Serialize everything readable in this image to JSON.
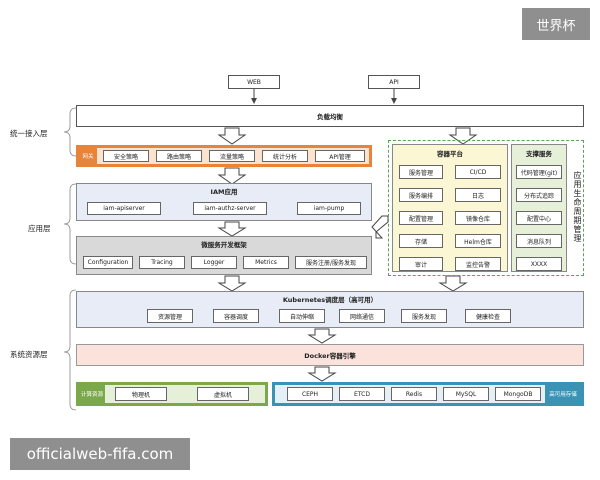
{
  "watermark_top": "世界杯",
  "watermark_bottom": "officialweb-fifa.com",
  "top": {
    "web": "WEB",
    "api": "API"
  },
  "lb": "负载均衡",
  "layers": {
    "unified": "统一接入层",
    "app": "应用层",
    "system": "系统资源层"
  },
  "gateway": {
    "label": "网关",
    "items": [
      "安全策略",
      "路由策略",
      "流量策略",
      "统计分析",
      "API管理"
    ]
  },
  "iam": {
    "title": "IAM应用",
    "items": [
      "iam-apiserver",
      "iam-authz-server",
      "iam-pump"
    ]
  },
  "micro": {
    "title": "微服务开发框架",
    "items": [
      "Configuration",
      "Tracing",
      "Logger",
      "Metrics",
      "服务注册/服务发现"
    ]
  },
  "container_platform": {
    "title": "容器平台",
    "col1": [
      "服务管理",
      "服务编排",
      "配置管理",
      "存储",
      "审计"
    ],
    "col2": [
      "CI/CD",
      "日志",
      "镜像仓库",
      "Helm仓库",
      "监控告警"
    ]
  },
  "support": {
    "title": "支撑服务",
    "items": [
      "代码管理(git)",
      "分布式追踪",
      "配置中心",
      "消息队列",
      "XXXX"
    ]
  },
  "lifecycle": "应用生命周期管理",
  "k8s": {
    "title": "Kubernetes调度层（高可用）",
    "items": [
      "资源管理",
      "容器调度",
      "自动伸缩",
      "网络通信",
      "服务发现",
      "健康检查"
    ]
  },
  "docker": "Docker容器引擎",
  "compute": {
    "label": "计算资源",
    "items": [
      "物理机",
      "虚拟机"
    ]
  },
  "storage": {
    "label": "高可用存储",
    "items": [
      "CEPH",
      "ETCD",
      "Redis",
      "MySQL",
      "MongoDB"
    ]
  },
  "colors": {
    "orange": "#e7843a",
    "orange_light": "#fbe3cf",
    "blue_light": "#e8ecf7",
    "gray": "#d9d9d9",
    "green": "#7aa84a",
    "teal": "#3a93b5",
    "green_light": "#e6efd8",
    "dashed_green": "#5aa25a",
    "pink": "#fbe3dc",
    "watermark": "#8f8f8f"
  }
}
